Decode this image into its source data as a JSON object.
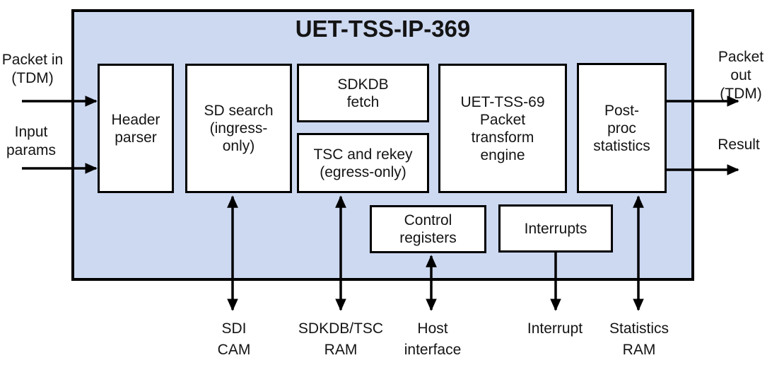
{
  "diagram_title": "UET-TSS-IP-369",
  "blocks": [
    {
      "name": "header-parser",
      "label": "Header\nparser"
    },
    {
      "name": "sd-search",
      "label": "SD search\n(ingress-\nonly)"
    },
    {
      "name": "sdkdb-fetch",
      "label": "SDKDB\nfetch"
    },
    {
      "name": "tsc-rekey",
      "label": "TSC and rekey\n(egress-only)"
    },
    {
      "name": "packet-transform-engine",
      "label": "UET-TSS-69\nPacket\ntransform\nengine"
    },
    {
      "name": "post-proc-statistics",
      "label": "Post-\nproc\nstatistics"
    },
    {
      "name": "control-registers",
      "label": "Control\nregisters"
    },
    {
      "name": "interrupts",
      "label": "Interrupts"
    }
  ],
  "io_labels": {
    "left": [
      {
        "name": "packet-in",
        "label": "Packet in\n(TDM)"
      },
      {
        "name": "input-params",
        "label": "Input\nparams"
      }
    ],
    "right": [
      {
        "name": "packet-out",
        "label": "Packet out\n(TDM)"
      },
      {
        "name": "result",
        "label": "Result"
      }
    ],
    "bottom": [
      {
        "name": "sdi-cam",
        "label": "SDI\nCAM"
      },
      {
        "name": "sdkdb-tsc-ram",
        "label": "SDKDB/TSC\nRAM"
      },
      {
        "name": "host-interface",
        "label": "Host\ninterface"
      },
      {
        "name": "interrupt",
        "label": "Interrupt"
      },
      {
        "name": "statistics-ram",
        "label": "Statistics\nRAM"
      }
    ]
  },
  "colors": {
    "container_fill": "#cdd9f1",
    "block_fill": "#ffffff",
    "line": "#000000"
  }
}
